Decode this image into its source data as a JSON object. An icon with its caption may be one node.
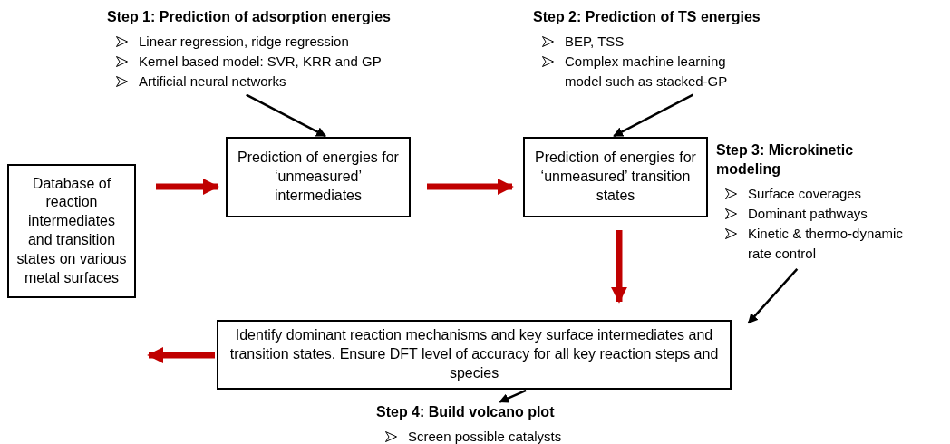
{
  "diagram": {
    "nodes": [
      {
        "text": [
          "Step 1: Prediction of adsorption energies",
          "Linear regression, ridge regression",
          "Kernel based model: SVR, KRR and GP",
          "Artificial neural networks"
        ]
      },
      {
        "text": [
          "Step 2: Prediction of TS energies",
          "BEP, TSS",
          "Complex machine learning model such as stacked-GP"
        ]
      },
      {
        "text": [
          "Database of reaction intermediates and transition states on various metal surfaces"
        ]
      },
      {
        "text": [
          "Prediction of energies for ‘unmeasured’ intermediates"
        ]
      },
      {
        "text": [
          "Prediction of energies for ‘unmeasured’ transition states"
        ]
      },
      {
        "text": [
          "Step 3: Microkinetic modeling",
          "Surface coverages",
          "Dominant pathways",
          "Kinetic & thermo-dynamic rate control"
        ]
      },
      {
        "text": [
          "Identify dominant reaction mechanisms and key surface intermediates and transition states. Ensure DFT level of accuracy for all key reaction steps and species"
        ]
      },
      {
        "text": [
          "Step 4: Build volcano plot",
          "Screen possible catalysts"
        ]
      }
    ],
    "edges": [
      {
        "from": 0,
        "to": 3,
        "arrow": "to"
      },
      {
        "from": 1,
        "to": 4,
        "arrow": "to"
      },
      {
        "from": 2,
        "to": 3,
        "arrow": "to",
        "style": "thick",
        "color": "#c00000"
      },
      {
        "from": 3,
        "to": 4,
        "arrow": "to",
        "style": "thick",
        "color": "#c00000"
      },
      {
        "from": 4,
        "to": 6,
        "arrow": "to",
        "style": "thick",
        "color": "#c00000"
      },
      {
        "from": 6,
        "to": 2,
        "arrow": "to",
        "style": "thick",
        "color": "#c00000"
      },
      {
        "from": 5,
        "to": 6,
        "arrow": "to"
      },
      {
        "from": 6,
        "to": 7,
        "arrow": "to"
      }
    ]
  }
}
